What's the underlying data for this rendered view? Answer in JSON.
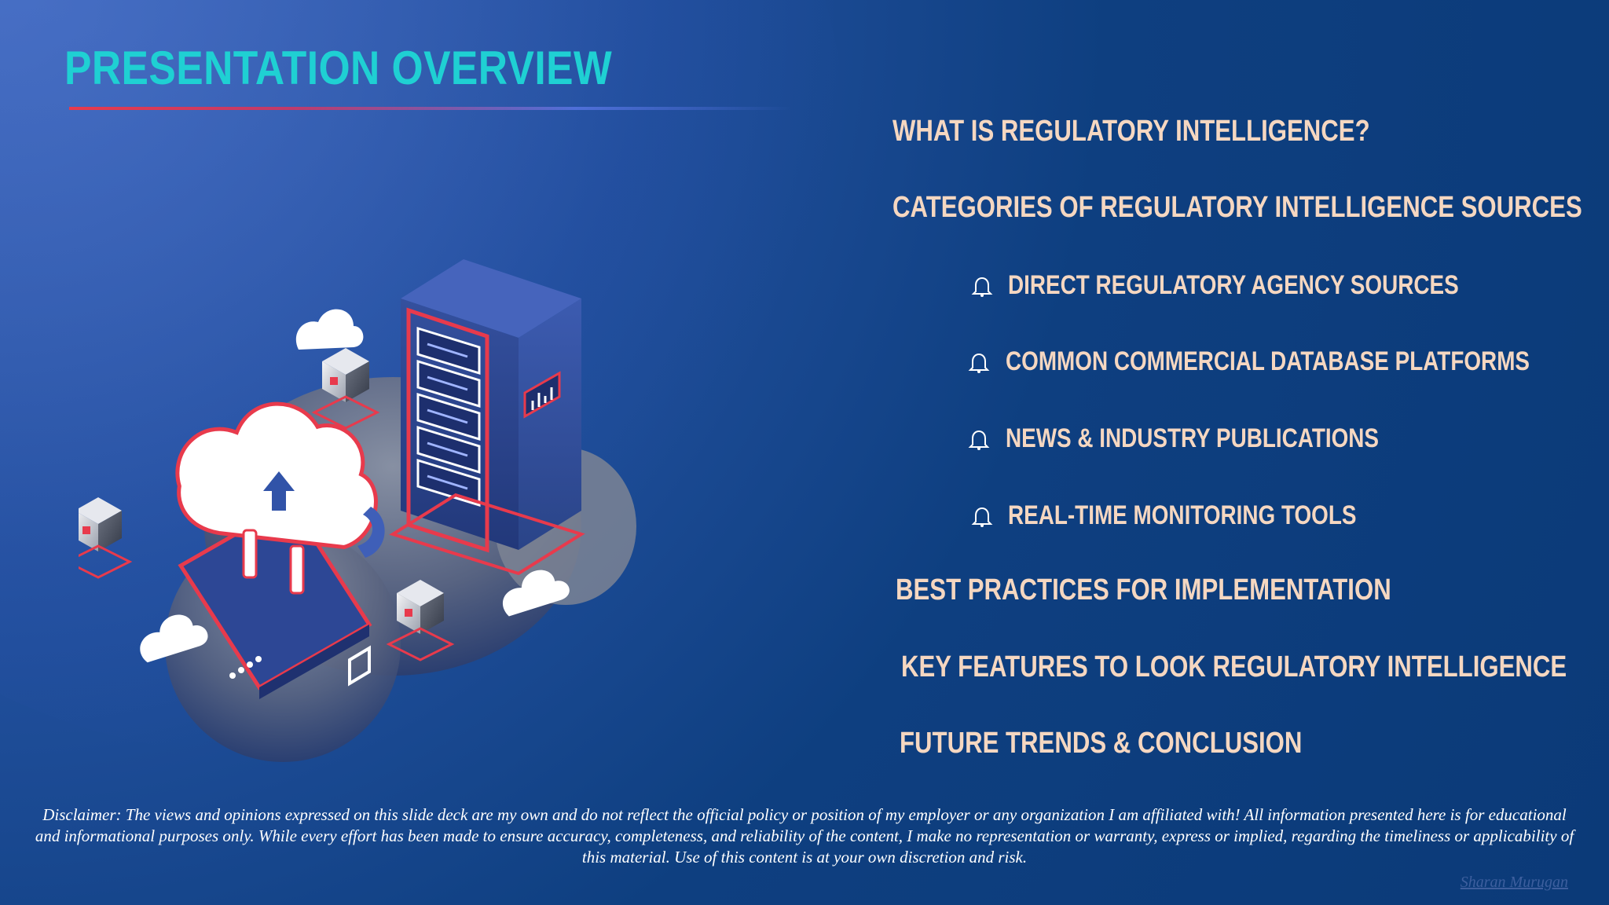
{
  "slide": {
    "title": "PRESENTATION OVERVIEW",
    "colors": {
      "title": "#1fd0d3",
      "agenda_text": "#f5d7c1",
      "background": "#0b3d7c",
      "accent_red": "#e83a4c"
    },
    "agenda": {
      "item_1": "WHAT IS REGULATORY INTELLIGENCE?",
      "item_2": "CATEGORIES OF REGULATORY INTELLIGENCE SOURCES",
      "sub_1": "DIRECT REGULATORY AGENCY SOURCES",
      "sub_2": "COMMON COMMERCIAL DATABASE PLATFORMS",
      "sub_3": "NEWS & INDUSTRY PUBLICATIONS",
      "sub_4": "REAL-TIME MONITORING TOOLS",
      "item_3": "BEST PRACTICES FOR IMPLEMENTATION",
      "item_4": "KEY FEATURES TO LOOK REGULATORY INTELLIGENCE",
      "item_5": "FUTURE TRENDS & CONCLUSION",
      "sub_icon": "bell-icon"
    },
    "disclaimer": "Disclaimer: The views and opinions expressed on this slide deck are my own and do not reflect the official policy or position of my employer or any organization I am affiliated with! All information presented here is for educational and informational purposes only. While every effort has been made to ensure accuracy, completeness, and reliability of the content, I make no representation or warranty, express or implied, regarding the timeliness or applicability of this material. Use of this content is at your own discretion and risk.",
    "author": "Sharan Murugan",
    "illustration": "isometric-cloud-server-illustration"
  }
}
